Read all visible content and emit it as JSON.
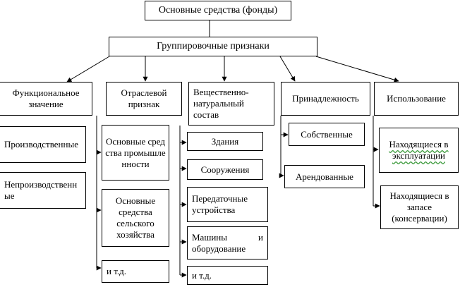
{
  "diagram": {
    "root": "Основные средства (фонды)",
    "grouping": "Группировочные признаки",
    "categories": [
      {
        "title": "Функциональное значение",
        "items": [
          "Производственные",
          "Непроизводственные"
        ]
      },
      {
        "title": "Отраслевой признак",
        "items": [
          "Основные средства промышленности",
          "Основные средства сельского хозяйства",
          "и т.д."
        ]
      },
      {
        "title": "Вещественно-натуральный состав",
        "items": [
          "Здания",
          "Сооружения",
          "Передаточные устройства",
          "Машины и оборудование",
          "и т.д."
        ]
      },
      {
        "title": "Принадлежность",
        "items": [
          "Собственные",
          "Арендованные"
        ]
      },
      {
        "title": "Использование",
        "items": [
          "Находящиеся в эксплуатации",
          "Находящиеся в запасе (консервации)"
        ]
      }
    ],
    "spellcheck_underline_color": "#3c9a3c"
  }
}
